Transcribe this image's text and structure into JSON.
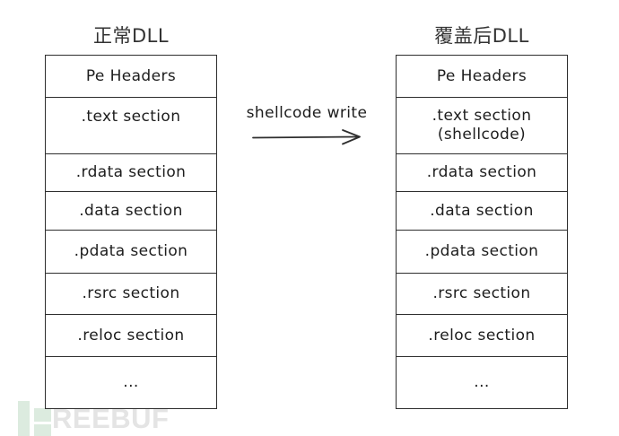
{
  "colors": {
    "stroke": "#2e2e2e",
    "text": "#1d1d1d",
    "title": "#333333",
    "watermark_green": "#dcebdf",
    "watermark_gray": "#e4e4e4",
    "background": "#ffffff"
  },
  "left_dll": {
    "title": "正常DLL",
    "sections": [
      {
        "lines": [
          "Pe Headers"
        ]
      },
      {
        "lines": [
          ".text section"
        ]
      },
      {
        "lines": [
          ".rdata section"
        ]
      },
      {
        "lines": [
          ".data section"
        ]
      },
      {
        "lines": [
          ".pdata section"
        ]
      },
      {
        "lines": [
          ".rsrc section"
        ]
      },
      {
        "lines": [
          ".reloc section"
        ]
      },
      {
        "lines": [
          "..."
        ]
      }
    ]
  },
  "right_dll": {
    "title": "覆盖后DLL",
    "sections": [
      {
        "lines": [
          "Pe Headers"
        ]
      },
      {
        "lines": [
          ".text section",
          "(shellcode)"
        ]
      },
      {
        "lines": [
          ".rdata section"
        ]
      },
      {
        "lines": [
          ".data section"
        ]
      },
      {
        "lines": [
          ".pdata section"
        ]
      },
      {
        "lines": [
          ".rsrc section"
        ]
      },
      {
        "lines": [
          ".reloc section"
        ]
      },
      {
        "lines": [
          "..."
        ]
      }
    ]
  },
  "arrow": {
    "label": "shellcode write"
  },
  "watermark": {
    "icon": "freebuf-logo",
    "text": "REEBUF"
  }
}
